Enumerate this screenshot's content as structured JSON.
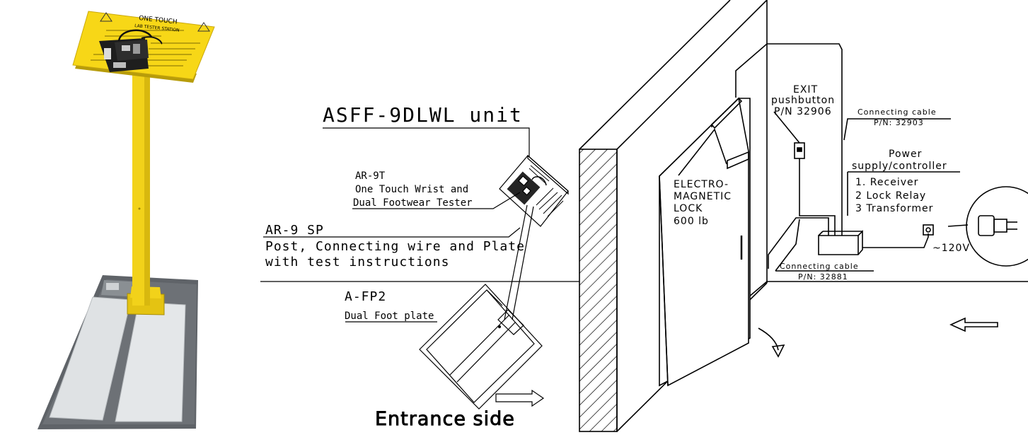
{
  "labels": {
    "unit": "ASFF-9DLWL unit",
    "tester_code": "AR-9T",
    "tester_line1": "One Touch Wrist and",
    "tester_line2": "Dual Footwear Tester",
    "post_code": "AR-9 SP",
    "post_line1": "Post, Connecting wire and Plate",
    "post_line2": "with test instructions",
    "plate_code": "A-FP2",
    "plate_desc": "Dual Foot plate",
    "entrance": "Entrance side",
    "lock_line1": "ELECTRO-",
    "lock_line2": "MAGNETIC",
    "lock_line3": "LOCK",
    "lock_line4": "600 lb",
    "exit_line1": "EXIT",
    "exit_line2": "pushbutton",
    "exit_pn": "P/N 32906",
    "cable_top": "Connecting cable",
    "cable_top_pn": "P/N: 32903",
    "power_line1": "Power",
    "power_line2": "supply/controller",
    "power_item1": "1. Receiver",
    "power_item2": "2  Lock Relay",
    "power_item3": "3  Transformer",
    "cable_bottom": "Connecting cable",
    "cable_bottom_pn": "P/N: 32881",
    "voltage": "~120V"
  },
  "photo": {
    "sign_title": "ONE TOUCH",
    "sign_subtitle": "LAB TESTER STATION",
    "colors": {
      "post": "#f2d21a",
      "plate_border": "#6d7176",
      "plate_pad": "#dde0e2"
    }
  }
}
